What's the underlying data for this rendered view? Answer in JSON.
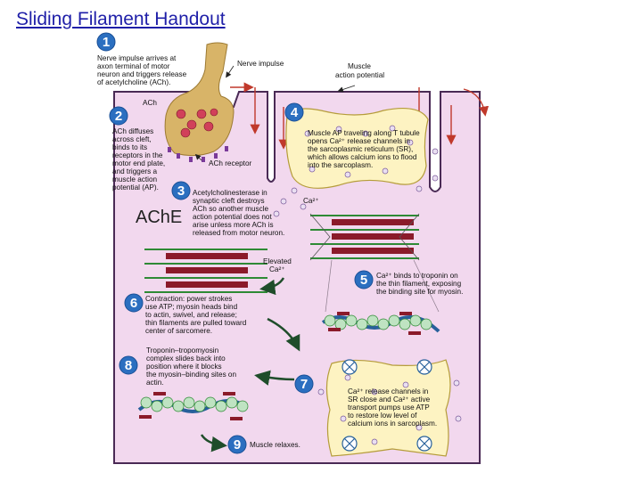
{
  "title": "Sliding Filament Handout",
  "steps": {
    "s1": {
      "num": "1",
      "lines": [
        "Nerve impulse arrives at",
        "axon terminal of motor",
        "neuron and triggers release",
        "of acetylcholine (ACh)."
      ]
    },
    "s2": {
      "num": "2",
      "lines": [
        "ACh diffuses",
        "across cleft,",
        "binds to its",
        "receptors in the",
        "motor end plate,",
        "and triggers a",
        "muscle action",
        "potential (AP)."
      ]
    },
    "s3": {
      "num": "3",
      "lines": [
        "Acetylcholinesterase in",
        "synaptic cleft destroys",
        "ACh so another muscle",
        "action potential does not",
        "arise unless more ACh is",
        "released from motor neuron."
      ]
    },
    "s4": {
      "num": "4",
      "lines": [
        "Muscle AP traveling along T tubule",
        "opens Ca²⁺ release channels in",
        "the sarcoplasmic reticulum (SR),",
        "which allows calcium ions to flood",
        "into the sarcoplasm."
      ]
    },
    "s5": {
      "num": "5",
      "lines": [
        "Ca²⁺ binds to troponin on",
        "the thin filament, exposing",
        "the binding site for myosin."
      ]
    },
    "s6": {
      "num": "6",
      "lines": [
        "Contraction: power strokes",
        "use ATP; myosin heads bind",
        "to actin, swivel, and release;",
        "thin filaments are pulled toward",
        "center of sarcomere."
      ]
    },
    "s7": {
      "num": "7",
      "lines": [
        "Ca²⁺ release channels in",
        "SR close and Ca²⁺ active",
        "transport pumps use ATP",
        "to restore low level of",
        "calcium ions in sarcoplasm."
      ]
    },
    "s8": {
      "num": "8",
      "lines": [
        "Troponin–tropomyosin",
        "complex slides back into",
        "position where it blocks",
        "the myosin–binding sites on",
        "actin."
      ]
    },
    "s9": {
      "num": "9",
      "text": "Muscle relaxes."
    }
  },
  "labels": {
    "nerve_impulse": "Nerve impulse",
    "muscle_ap": [
      "Muscle",
      "action potential"
    ],
    "ach": "ACh",
    "ach_receptor": "ACh receptor",
    "ache": "AChE",
    "ca": "Ca²⁺",
    "elevated_ca": [
      "Elevated",
      "Ca²⁺"
    ]
  },
  "colors": {
    "title": "#1f1fa8",
    "cell": "#f2d8ee",
    "sr": "#fdf3c2",
    "nerve": "#d8b468",
    "step_circle": "#2b6fc0",
    "thin": "#2e8a35",
    "thick": "#8b1a2a"
  }
}
